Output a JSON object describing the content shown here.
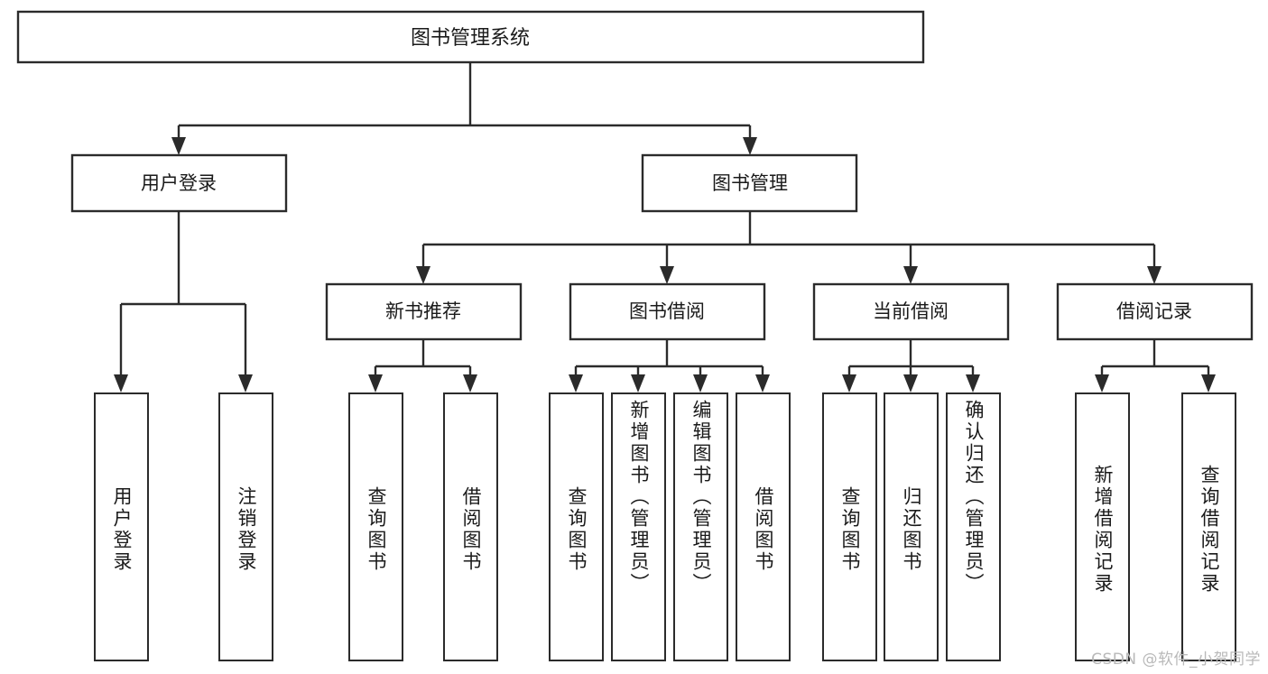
{
  "diagram": {
    "type": "tree-hierarchy-chart",
    "title_node": {
      "label": "图书管理系统"
    },
    "level2": [
      {
        "id": "user-login",
        "label": "用户登录"
      },
      {
        "id": "book-management",
        "label": "图书管理"
      }
    ],
    "level3": [
      {
        "id": "new-book-recommend",
        "label": "新书推荐",
        "parent": "book-management"
      },
      {
        "id": "book-borrow",
        "label": "图书借阅",
        "parent": "book-management"
      },
      {
        "id": "current-borrow",
        "label": "当前借阅",
        "parent": "book-management"
      },
      {
        "id": "borrow-record",
        "label": "借阅记录",
        "parent": "book-management"
      }
    ],
    "leaves": [
      {
        "id": "leaf-user-login",
        "label": "用户登录",
        "parent": "user-login"
      },
      {
        "id": "leaf-logout-login",
        "label": "注销登录",
        "parent": "user-login"
      },
      {
        "id": "leaf-query-book-1",
        "label": "查询图书",
        "parent": "new-book-recommend"
      },
      {
        "id": "leaf-borrow-book-1",
        "label": "借阅图书",
        "parent": "new-book-recommend"
      },
      {
        "id": "leaf-query-book-2",
        "label": "查询图书",
        "parent": "book-borrow"
      },
      {
        "id": "leaf-add-book",
        "label": "新增图书（管理员）",
        "parent": "book-borrow"
      },
      {
        "id": "leaf-edit-book",
        "label": "编辑图书（管理员）",
        "parent": "book-borrow"
      },
      {
        "id": "leaf-borrow-book-2",
        "label": "借阅图书",
        "parent": "book-borrow"
      },
      {
        "id": "leaf-query-book-3",
        "label": "查询图书",
        "parent": "current-borrow"
      },
      {
        "id": "leaf-return-book",
        "label": "归还图书",
        "parent": "current-borrow"
      },
      {
        "id": "leaf-confirm-return",
        "label": "确认归还（管理员）",
        "parent": "current-borrow"
      },
      {
        "id": "leaf-add-record",
        "label": "新增借阅记录",
        "parent": "borrow-record"
      },
      {
        "id": "leaf-query-record",
        "label": "查询借阅记录",
        "parent": "borrow-record"
      }
    ],
    "watermark": "CSDN @软件_小贺同学",
    "colors": {
      "background": "#ffffff",
      "box_fill": "#ffffff",
      "box_stroke": "#2b2b2b",
      "text": "#1a1a1a",
      "watermark": "#b9b9b9"
    }
  }
}
